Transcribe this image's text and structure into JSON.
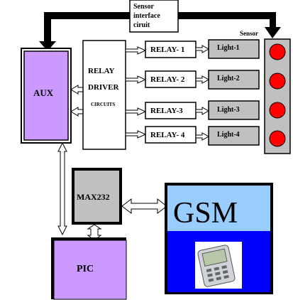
{
  "blocks": {
    "sensor_interface": "Sensor interface ciruit",
    "sensor_interface_lines": [
      "Sensor",
      "interface",
      "ciruit"
    ],
    "sensor": "Sensor",
    "aux": "AUX",
    "relay_driver_lines": [
      "RELAY",
      "DRIVER",
      "CIRCUITS"
    ],
    "relays": [
      "RELAY- 1",
      "RELAY- 2",
      "RELAY-3",
      "RELAY- 4"
    ],
    "lights": [
      "Light-1",
      "Light-2",
      "Light-3",
      "Light-4"
    ],
    "max232": "MAX232",
    "pic": "PIC",
    "gsm": "GSM"
  },
  "colors": {
    "purple": "#cc99ff",
    "gray": "#c0c0c0",
    "light_blue": "#99ccff",
    "blue": "#0000ff",
    "sensor_red": "#ff0000",
    "black": "#000000",
    "white": "#ffffff"
  }
}
